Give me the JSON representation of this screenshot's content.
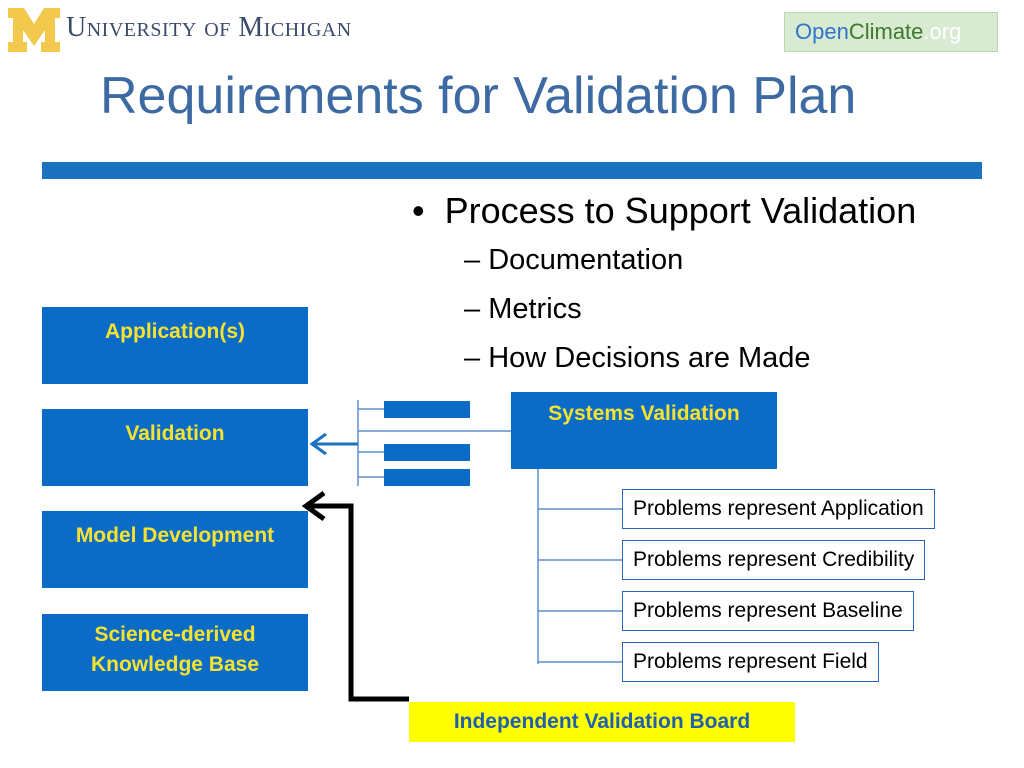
{
  "header": {
    "university": "University of Michigan",
    "open_climate": {
      "open": "Open",
      "climate": "Climate",
      "org": ".org"
    }
  },
  "slide": {
    "title": "Requirements for Validation Plan",
    "bullet": "Process to Support Validation",
    "sub_bullets": [
      "Documentation",
      "Metrics",
      "How Decisions are Made"
    ]
  },
  "stack": [
    "Application(s)",
    "Validation",
    "Model Development",
    "Science-derived Knowledge Base"
  ],
  "systems": {
    "label": "Systems Validation",
    "problems": [
      "Problems represent Application",
      "Problems represent Credibility",
      "Problems represent Baseline",
      "Problems represent Field"
    ]
  },
  "board": "Independent Validation Board",
  "colors": {
    "box_blue": "#0b6cc7",
    "box_text_yellow": "#f7e22f",
    "title_blue": "#3d6aa3",
    "board_yellow": "#ffff00",
    "maize": "#f2c94c"
  }
}
